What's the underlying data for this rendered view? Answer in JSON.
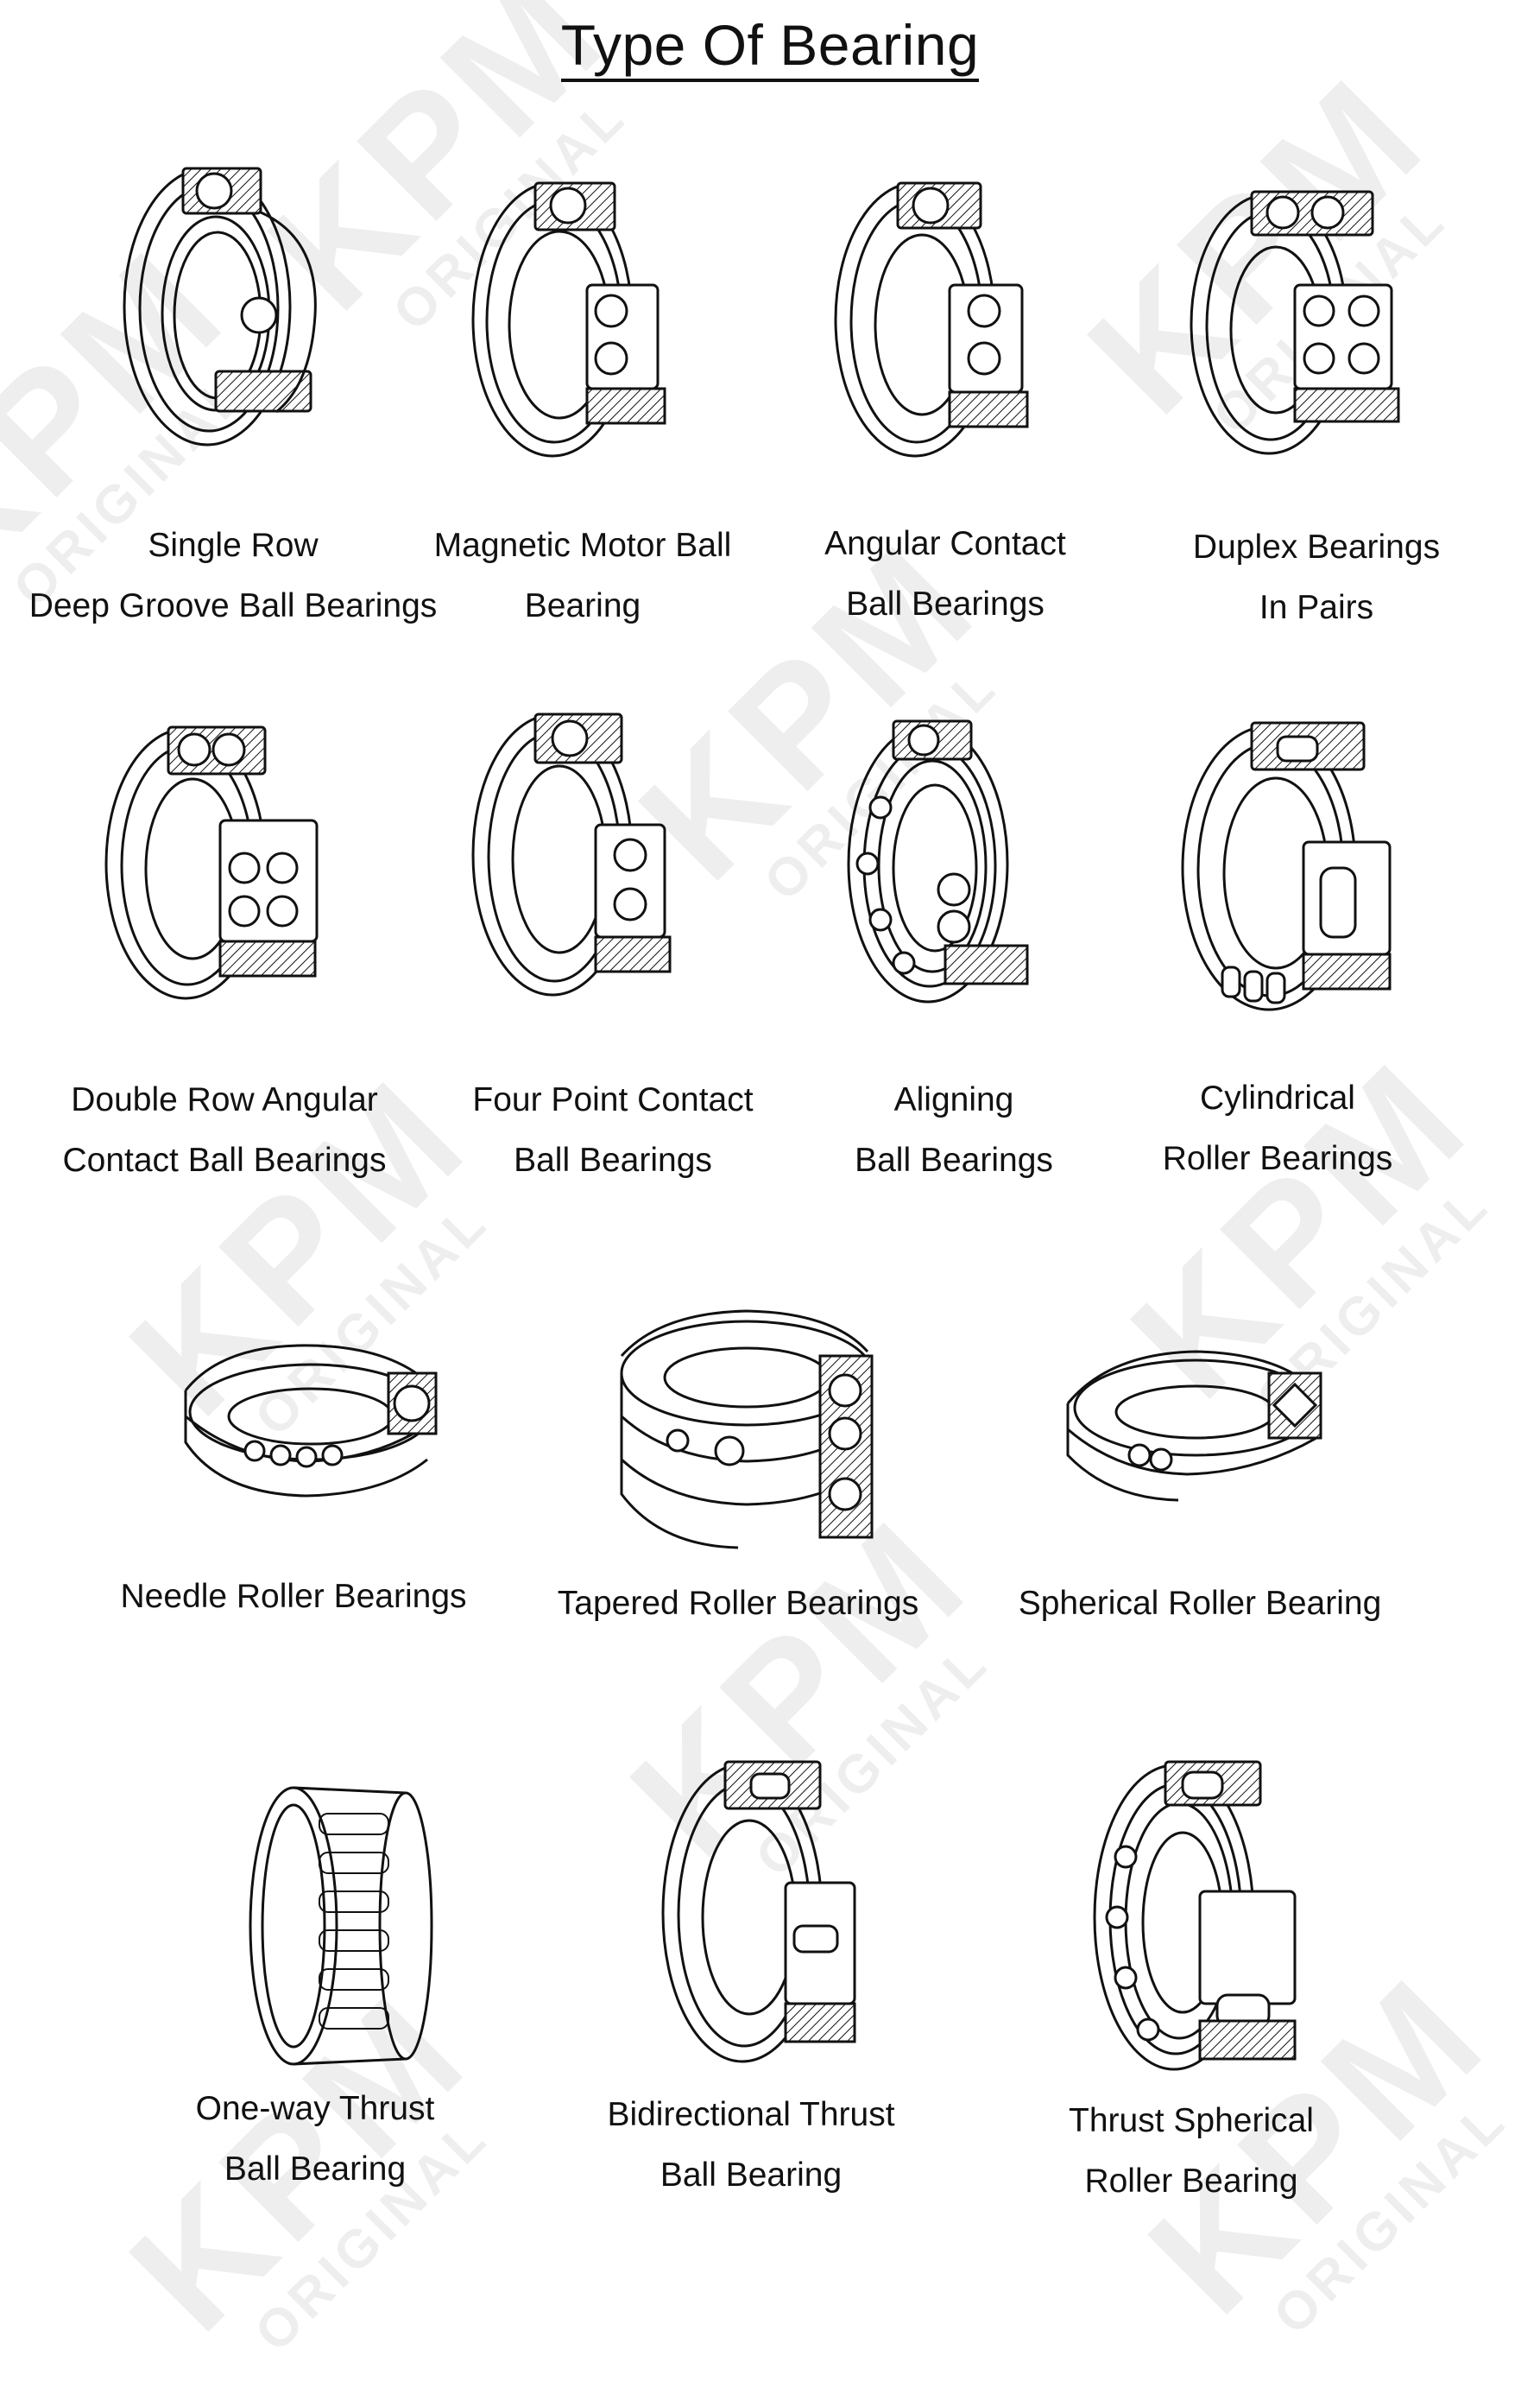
{
  "title": "Type Of Bearing",
  "watermark": {
    "brand": "KPM",
    "sub": "ORIGINAL"
  },
  "bearings": [
    {
      "line1": "Single Row",
      "line2": "Deep Groove Ball Bearings",
      "icon": "deep-groove-ball-bearing-icon"
    },
    {
      "line1": "Magnetic Motor Ball",
      "line2": "Bearing",
      "icon": "magnetic-motor-ball-bearing-icon"
    },
    {
      "line1": "Angular Contact",
      "line2": "Ball Bearings",
      "icon": "angular-contact-ball-bearing-icon"
    },
    {
      "line1": "Duplex Bearings",
      "line2": "In Pairs",
      "icon": "duplex-bearing-icon"
    },
    {
      "line1": "Double Row Angular",
      "line2": "Contact Ball Bearings",
      "icon": "double-row-angular-contact-bearing-icon"
    },
    {
      "line1": "Four Point Contact",
      "line2": "Ball Bearings",
      "icon": "four-point-contact-bearing-icon"
    },
    {
      "line1": "Aligning",
      "line2": "Ball Bearings",
      "icon": "aligning-ball-bearing-icon"
    },
    {
      "line1": "Cylindrical",
      "line2": "Roller Bearings",
      "icon": "cylindrical-roller-bearing-icon"
    },
    {
      "line1": "Needle Roller Bearings",
      "line2": "",
      "icon": "needle-roller-bearing-icon"
    },
    {
      "line1": "Tapered Roller Bearings",
      "line2": "",
      "icon": "tapered-roller-bearing-icon"
    },
    {
      "line1": "Spherical Roller Bearing",
      "line2": "",
      "icon": "spherical-roller-bearing-icon"
    },
    {
      "line1": "One-way Thrust",
      "line2": "Ball Bearing",
      "icon": "one-way-thrust-bearing-icon"
    },
    {
      "line1": "Bidirectional Thrust",
      "line2": "Ball Bearing",
      "icon": "bidirectional-thrust-bearing-icon"
    },
    {
      "line1": "Thrust Spherical",
      "line2": "Roller Bearing",
      "icon": "thrust-spherical-roller-bearing-icon"
    }
  ]
}
